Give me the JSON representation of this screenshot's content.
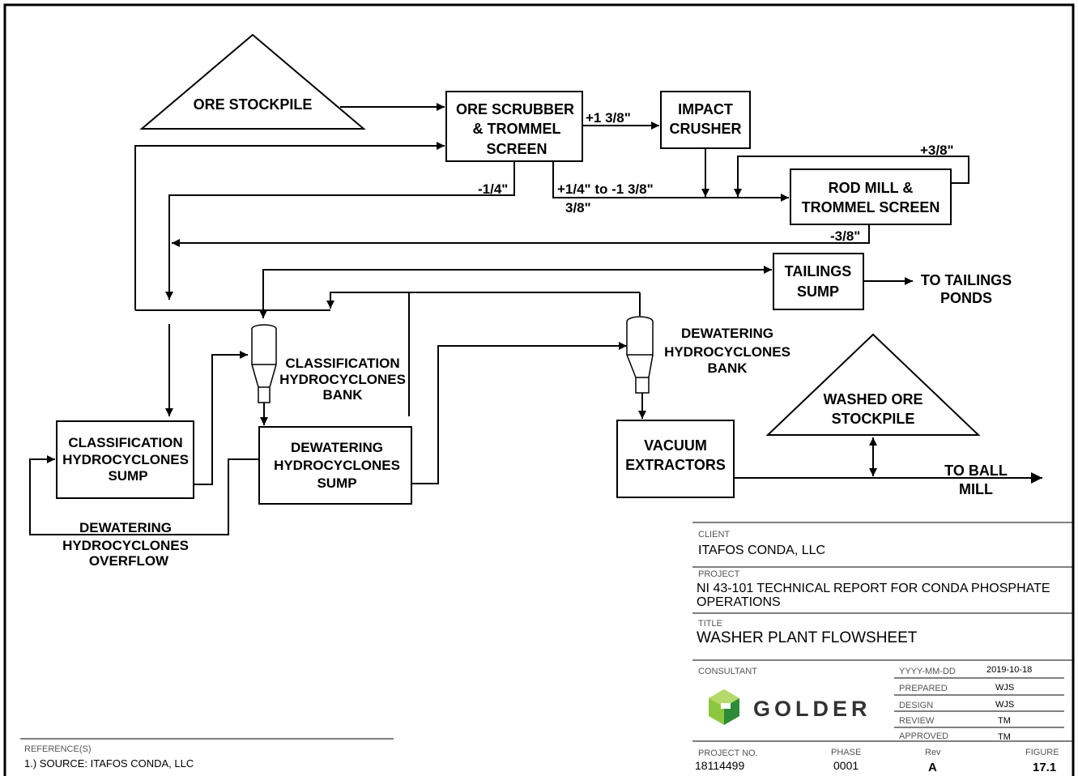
{
  "nodes": {
    "ore_stockpile": "ORE STOCKPILE",
    "scrubber": [
      "ORE SCRUBBER",
      "& TROMMEL",
      "SCREEN"
    ],
    "impact_crusher": [
      "IMPACT",
      "CRUSHER"
    ],
    "rod_mill": [
      "ROD MILL &",
      "TROMMEL SCREEN"
    ],
    "tailings_sump": [
      "TAILINGS",
      "SUMP"
    ],
    "to_tailings_ponds": [
      "TO TAILINGS",
      "PONDS"
    ],
    "classification_bank": [
      "CLASSIFICATION",
      "HYDROCYCLONES",
      "BANK"
    ],
    "dewatering_bank": [
      "DEWATERING",
      "HYDROCYCLONES",
      "BANK"
    ],
    "washed_ore_stockpile": [
      "WASHED ORE",
      "STOCKPILE"
    ],
    "classification_sump": [
      "CLASSIFICATION",
      "HYDROCYCLONES",
      "SUMP"
    ],
    "dewatering_sump": [
      "DEWATERING",
      "HYDROCYCLONES",
      "SUMP"
    ],
    "vacuum_extractors": [
      "VACUUM",
      "EXTRACTORS"
    ],
    "to_ball_mill": [
      "TO BALL",
      "MILL"
    ],
    "dewatering_overflow": [
      "DEWATERING",
      "HYDROCYCLONES",
      "OVERFLOW"
    ]
  },
  "streams": {
    "plus_1_3_8": "+1 3/8\"",
    "plus_3_8": "+3/8\"",
    "minus_1_4": "-1/4\"",
    "plus_1_4_to_1_3_8": "+1/4\" to -1 3/8\"",
    "three_8": "3/8\"",
    "minus_3_8": "-3/8\""
  },
  "title_block": {
    "client_label": "CLIENT",
    "client": "ITAFOS CONDA, LLC",
    "project_label": "PROJECT",
    "project_line1": "NI 43-101 TECHNICAL REPORT FOR CONDA PHOSPHATE",
    "project_line2": "OPERATIONS",
    "title_label": "TITLE",
    "title": "WASHER PLANT FLOWSHEET",
    "consultant_label": "CONSULTANT",
    "logo_text": "GOLDER",
    "rows": [
      {
        "label": "YYYY-MM-DD",
        "value": "2019-10-18"
      },
      {
        "label": "PREPARED",
        "value": "WJS"
      },
      {
        "label": "DESIGN",
        "value": "WJS"
      },
      {
        "label": "REVIEW",
        "value": "TM"
      },
      {
        "label": "APPROVED",
        "value": "TM"
      }
    ],
    "project_no_label": "PROJECT NO.",
    "project_no": "18114499",
    "phase_label": "PHASE",
    "phase": "0001",
    "rev_label": "Rev",
    "rev": "A",
    "figure_label": "FIGURE",
    "figure": "17.1"
  },
  "references": {
    "label": "REFERENCE(S)",
    "item": "1.) SOURCE:  ITAFOS CONDA, LLC"
  },
  "colors": {
    "logo_green_light": "#8cc63f",
    "logo_green_dark": "#2e8b3a"
  }
}
